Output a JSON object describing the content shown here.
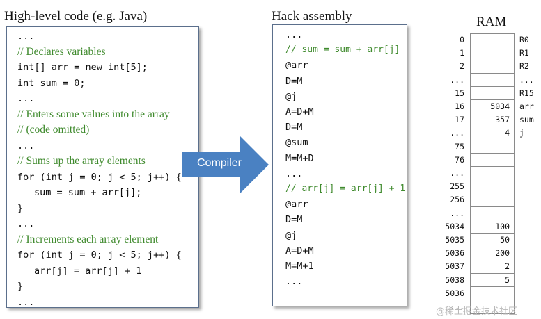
{
  "high_level": {
    "title": "High-level code (e.g. Java)",
    "lines": [
      {
        "text": "...",
        "kind": "code"
      },
      {
        "text": "// Declares variables",
        "kind": "comment"
      },
      {
        "text": "int[] arr = new int[5];",
        "kind": "code"
      },
      {
        "text": "int sum = 0;",
        "kind": "code"
      },
      {
        "text": "...",
        "kind": "code"
      },
      {
        "text": "// Enters some values into the array",
        "kind": "comment"
      },
      {
        "text": "// (code omitted)",
        "kind": "comment"
      },
      {
        "text": "...",
        "kind": "code"
      },
      {
        "text": "// Sums up the array elements",
        "kind": "comment"
      },
      {
        "text": "for (int j = 0; j < 5; j++) {",
        "kind": "code"
      },
      {
        "text": "sum = sum + arr[j];",
        "kind": "code",
        "indent": true
      },
      {
        "text": "}",
        "kind": "code"
      },
      {
        "text": "...",
        "kind": "code"
      },
      {
        "text": "// Increments each array element",
        "kind": "comment"
      },
      {
        "text": "for (int j = 0; j < 5; j++) {",
        "kind": "code"
      },
      {
        "text": "arr[j] = arr[j] + 1",
        "kind": "code",
        "indent": true
      },
      {
        "text": "}",
        "kind": "code"
      },
      {
        "text": "...",
        "kind": "code"
      }
    ]
  },
  "compiler": {
    "label": "Compiler",
    "color": "#4a81c2"
  },
  "assembly": {
    "title": "Hack assembly",
    "lines": [
      {
        "text": "...",
        "kind": "code"
      },
      {
        "text": "// sum = sum + arr[j]",
        "kind": "comment"
      },
      {
        "text": "@arr",
        "kind": "code"
      },
      {
        "text": "D=M",
        "kind": "code"
      },
      {
        "text": "@j",
        "kind": "code"
      },
      {
        "text": "A=D+M",
        "kind": "code"
      },
      {
        "text": "D=M",
        "kind": "code"
      },
      {
        "text": "@sum",
        "kind": "code"
      },
      {
        "text": "M=M+D",
        "kind": "code"
      },
      {
        "text": "...",
        "kind": "code"
      },
      {
        "text": "// arr[j] = arr[j] + 1",
        "kind": "comment"
      },
      {
        "text": "@arr",
        "kind": "code"
      },
      {
        "text": "D=M",
        "kind": "code"
      },
      {
        "text": "@j",
        "kind": "code"
      },
      {
        "text": "A=D+M",
        "kind": "code"
      },
      {
        "text": "M=M+1",
        "kind": "code"
      },
      {
        "text": "...",
        "kind": "code"
      }
    ]
  },
  "ram": {
    "title": "RAM",
    "rows": [
      {
        "addr": "0",
        "value": "",
        "label": "R0"
      },
      {
        "addr": "1",
        "value": "",
        "label": "R1"
      },
      {
        "addr": "2",
        "value": "",
        "label": "R2"
      },
      {
        "addr": "...",
        "value": "",
        "label": "..."
      },
      {
        "addr": "15",
        "value": "",
        "label": "R15"
      },
      {
        "addr": "16",
        "value": "5034",
        "label": "arr"
      },
      {
        "addr": "17",
        "value": "357",
        "label": "sum"
      },
      {
        "addr": "...",
        "value": "4",
        "label": "j"
      },
      {
        "addr": "75",
        "value": "",
        "label": ""
      },
      {
        "addr": "76",
        "value": "",
        "label": ""
      },
      {
        "addr": "...",
        "value": "",
        "label": ""
      },
      {
        "addr": "255",
        "value": "",
        "label": ""
      },
      {
        "addr": "256",
        "value": "",
        "label": ""
      },
      {
        "addr": "...",
        "value": "",
        "label": ""
      },
      {
        "addr": "5034",
        "value": "100",
        "label": ""
      },
      {
        "addr": "5035",
        "value": "50",
        "label": ""
      },
      {
        "addr": "5036",
        "value": "200",
        "label": ""
      },
      {
        "addr": "5037",
        "value": "2",
        "label": ""
      },
      {
        "addr": "5038",
        "value": "5",
        "label": ""
      },
      {
        "addr": "5036",
        "value": "",
        "label": ""
      },
      {
        "addr": "...",
        "value": "",
        "label": ""
      }
    ]
  },
  "watermark": "@稀土掘金技术社区"
}
